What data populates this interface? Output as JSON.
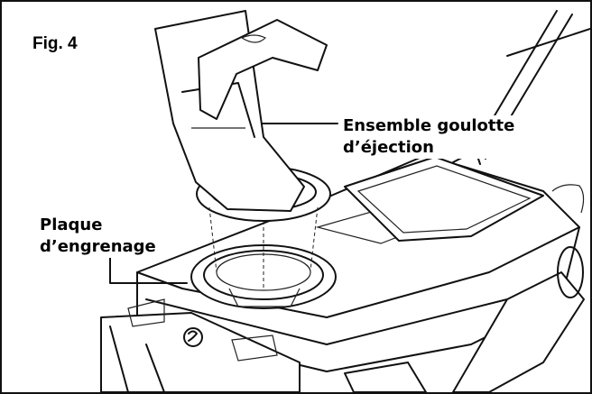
{
  "figure": {
    "title": "Fig. 4",
    "callouts": {
      "chute_line1": "Ensemble goulotte",
      "chute_line2": "d’éjection",
      "gear_line1": "Plaque",
      "gear_line2": "d’engrenage"
    },
    "colors": {
      "line": "#111111",
      "background": "#ffffff"
    },
    "icons": [
      "brand-logo-icon"
    ]
  }
}
